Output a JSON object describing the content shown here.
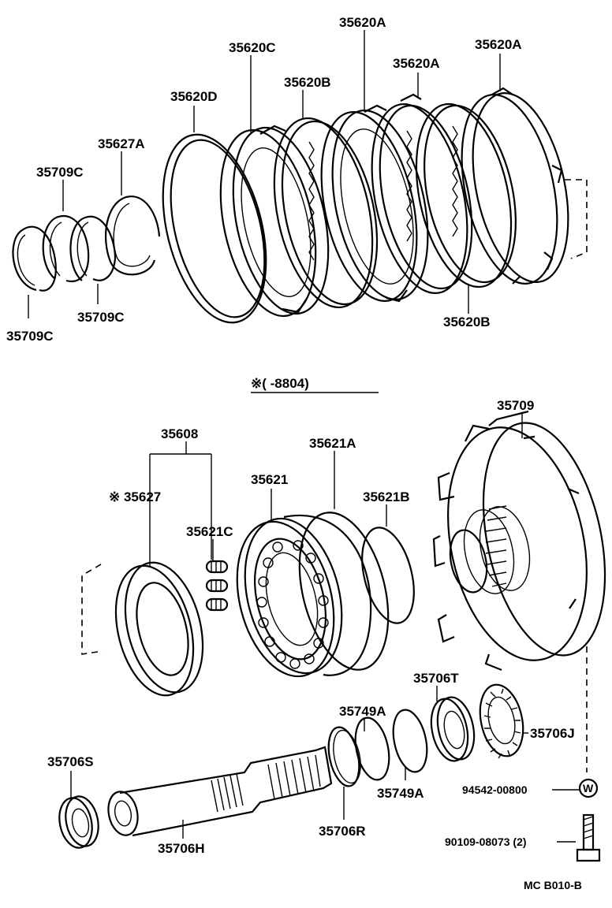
{
  "diagram": {
    "labels": {
      "p35620A_top": "35620A",
      "p35620C": "35620C",
      "p35620A_mid": "35620A",
      "p35620A_right": "35620A",
      "p35620D": "35620D",
      "p35620B_top": "35620B",
      "p35627A": "35627A",
      "p35709C_a": "35709C",
      "p35709C_b": "35709C",
      "p35709C_c": "35709C",
      "p35620B_bottom": "35620B",
      "date_note": "※(      -8804)",
      "p35709": "35709",
      "p35608": "35608",
      "p35621A": "35621A",
      "p35627": "※ 35627",
      "p35621": "35621",
      "p35621B": "35621B",
      "p35621C": "35621C",
      "p35706T": "35706T",
      "p35749A_top": "35749A",
      "p35706J": "35706J",
      "p35706S": "35706S",
      "p94542": "94542-00800",
      "p35749A_bottom": "35749A",
      "p35706R": "35706R",
      "p35706H": "35706H",
      "p90109": "90109-08073 (2)",
      "washer_mark": "W",
      "figure_code": "MC B010-B"
    }
  }
}
